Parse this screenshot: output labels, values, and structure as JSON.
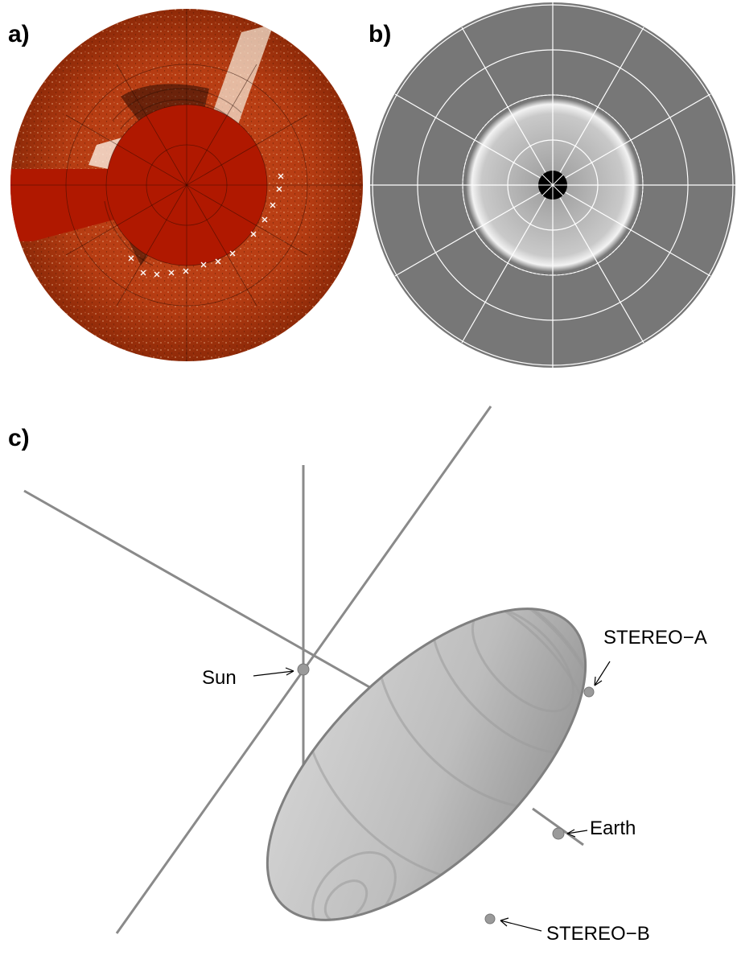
{
  "figure": {
    "panels": [
      {
        "id": "a",
        "label": "a)"
      },
      {
        "id": "b",
        "label": "b)"
      },
      {
        "id": "c",
        "label": "c)"
      }
    ]
  },
  "panel_c": {
    "objects": [
      {
        "id": "sun",
        "label": "Sun"
      },
      {
        "id": "stereo_a",
        "label": "STEREO−A"
      },
      {
        "id": "earth",
        "label": "Earth"
      },
      {
        "id": "stereo_b",
        "label": "STEREO−B"
      }
    ]
  },
  "colors": {
    "panel_a_base": "#b33a10",
    "panel_a_disk": "#b01800",
    "panel_b_background": "#777777",
    "grid_line": "#ffffff",
    "axis_line": "#8a8a8a",
    "shell_light": "#c9c9c9",
    "shell_dark": "#8c8c8c"
  }
}
